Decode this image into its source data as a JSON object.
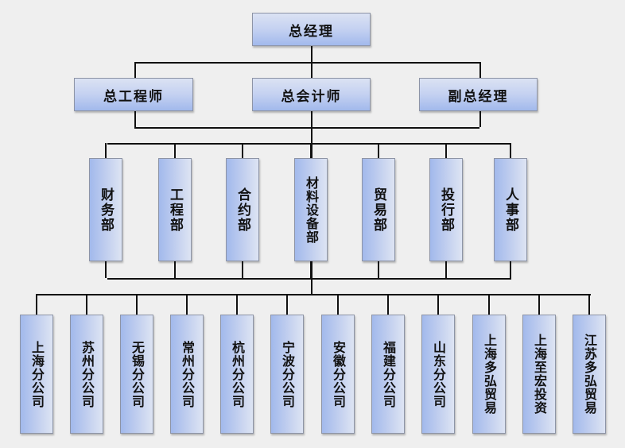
{
  "title": "组织结构图",
  "top": {
    "label": "总经理"
  },
  "second_level": [
    {
      "label": "总工程师"
    },
    {
      "label": "总会计师"
    },
    {
      "label": "副总经理"
    }
  ],
  "departments": [
    {
      "label": "财务部"
    },
    {
      "label": "工程部"
    },
    {
      "label": "合约部"
    },
    {
      "label": "材料设备部"
    },
    {
      "label": "贸易部"
    },
    {
      "label": "投行部"
    },
    {
      "label": "人事部"
    }
  ],
  "branches": [
    {
      "label": "上海分公司"
    },
    {
      "label": "苏州分公司"
    },
    {
      "label": "无锡分公司"
    },
    {
      "label": "常州分公司"
    },
    {
      "label": "杭州分公司"
    },
    {
      "label": "宁波分公司"
    },
    {
      "label": "安徽分公司"
    },
    {
      "label": "福建分公司"
    },
    {
      "label": "山东分公司"
    },
    {
      "label": "上海多弘贸易"
    },
    {
      "label": "上海至宏投资"
    },
    {
      "label": "江苏多弘贸易"
    }
  ],
  "colors": {
    "box_light": "#dbe2f3",
    "box_dark": "#a2b9ec",
    "background": "#efefef",
    "line": "#111111"
  }
}
